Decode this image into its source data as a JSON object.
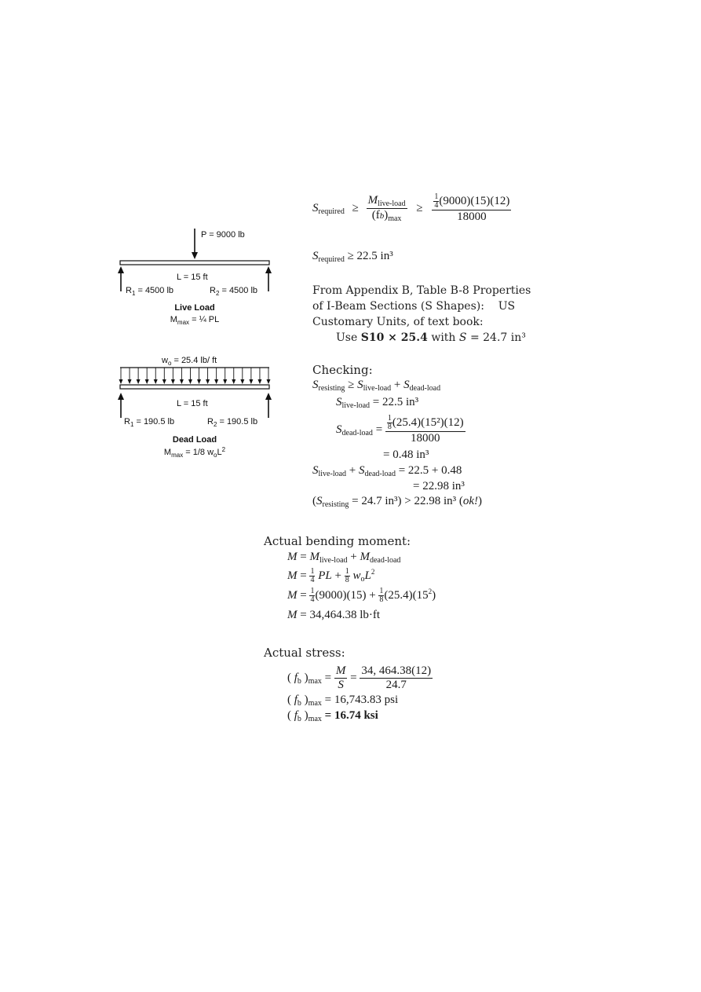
{
  "live_diagram": {
    "load": "P = 9000 lb",
    "length": "L = 15 ft",
    "r1": "R",
    "r1_sub": "1",
    "r1_val": " = 4500 lb",
    "r2": "R",
    "r2_sub": "2",
    "r2_val": " = 4500 lb",
    "title": "Live Load",
    "mmax": "M",
    "mmax_sub": "max",
    "mmax_val": " = ¼ PL"
  },
  "dead_diagram": {
    "load": "w",
    "load_sub": "o",
    "load_val": " = 25.4 lb/ ft",
    "length": "L = 15 ft",
    "r1": "R",
    "r1_sub": "1",
    "r1_val": " = 190.5 lb",
    "r2": "R",
    "r2_sub": "2",
    "r2_val": " = 190.5 lb",
    "title": "Dead Load",
    "mmax": "M",
    "mmax_sub": "max",
    "mmax_val": " = 1/8 w",
    "mmax_w_sub": "o",
    "mmax_l": "L",
    "mmax_sup": "2"
  },
  "eq_required": {
    "s": "S",
    "s_sub": "required",
    "ge1": "≥",
    "m": "M",
    "m_sub": "live-load",
    "fb": "(f",
    "fb_b": "b",
    "fb_close": ")",
    "fb_sub": "max",
    "ge2": "≥",
    "frac_n": "1",
    "frac_d": "4",
    "num_rest": "(9000)(15)(12)",
    "den": "18000"
  },
  "eq_required_result": {
    "s": "S",
    "s_sub": "required",
    "rest": " ≥ 22.5 in³"
  },
  "appendix": {
    "line1": "From Appendix B, Table B-8 Properties",
    "line2": "of I-Beam Sections (S Shapes):    US",
    "line3": "Customary Units, of text book:",
    "use": "Use ",
    "section": "S10 × 25.4",
    "with": " with ",
    "s": "S",
    "s_val": " = 24.7 in³"
  },
  "checking": {
    "heading": "Checking:",
    "c1_s": "S",
    "c1_s_sub": "resisting",
    "c1_ge": " ≥ ",
    "c1_s2": "S",
    "c1_s2_sub": "live-load",
    "c1_plus": " + ",
    "c1_s3": "S",
    "c1_s3_sub": "dead-load",
    "c2_s": "S",
    "c2_sub": "live-load",
    "c2_val": " = 22.5 in³",
    "c3_s": "S",
    "c3_sub": "dead-load",
    "c3_eq": " = ",
    "c3_fn": "1",
    "c3_fd": "8",
    "c3_num": "(25.4)(15²)(12)",
    "c3_den": "18000",
    "c4": "= 0.48 in³",
    "c5_s": "S",
    "c5_sub": "live-load",
    "c5_plus": " + ",
    "c5_s2": "S",
    "c5_sub2": "dead-load",
    "c5_val": " = 22.5 + 0.48",
    "c6": "= 22.98 in³",
    "c7_open": "(",
    "c7_s": "S",
    "c7_sub": "resisting",
    "c7_val": " = 24.7 in³) > 22.98 in³  (",
    "c7_ok": "ok!",
    "c7_close": ")"
  },
  "moment": {
    "heading": "Actual bending moment:",
    "l1_m": "M",
    "l1_eq": " = ",
    "l1_m2": "M",
    "l1_sub1": "live-load",
    "l1_plus": " + ",
    "l1_m3": "M",
    "l1_sub2": "dead-load",
    "l2_m": "M",
    "l2_eq": " = ",
    "l2_f1n": "1",
    "l2_f1d": "4",
    "l2_pl": " PL",
    "l2_plus": " + ",
    "l2_f2n": "1",
    "l2_f2d": "8",
    "l2_w": " w",
    "l2_wsub": "o",
    "l2_l": "L",
    "l2_sup": "2",
    "l3_m": "M",
    "l3_eq": " = ",
    "l3_f1n": "1",
    "l3_f1d": "4",
    "l3_a": "(9000)(15) + ",
    "l3_f2n": "1",
    "l3_f2d": "8",
    "l3_b": "(25.4)(15",
    "l3_sup": "2",
    "l3_c": ")",
    "l4_m": "M",
    "l4_val": " = 34,464.38 lb·ft"
  },
  "stress": {
    "heading": "Actual stress:",
    "l1_open": "( ",
    "l1_f": "f",
    "l1_b": "b",
    "l1_close": " )",
    "l1_sub": "max",
    "l1_eq": " = ",
    "l1_m": "M",
    "l1_s": "S",
    "l1_eq2": " = ",
    "l1_num": "34, 464.38(12)",
    "l1_den": "24.7",
    "l2_open": "( ",
    "l2_f": "f",
    "l2_b": "b",
    "l2_close": " )",
    "l2_sub": "max",
    "l2_val": " = 16,743.83 psi",
    "l3_open": "( ",
    "l3_f": "f",
    "l3_b": "b",
    "l3_close": " )",
    "l3_sub": "max",
    "l3_val": " = 16.74 ksi"
  }
}
